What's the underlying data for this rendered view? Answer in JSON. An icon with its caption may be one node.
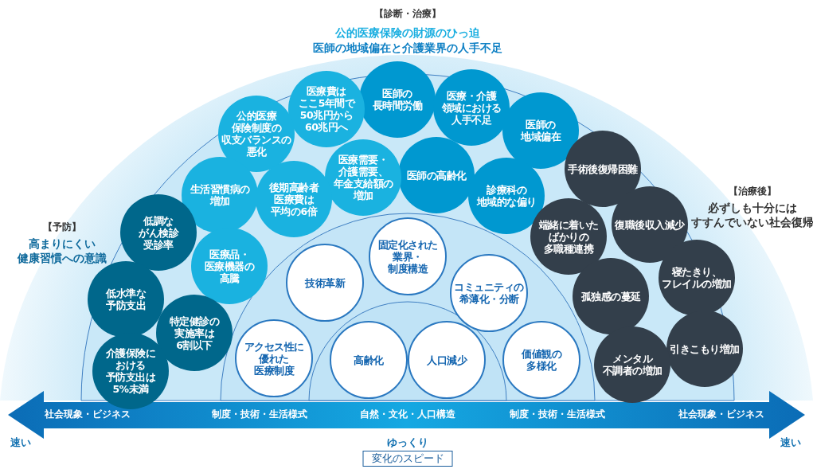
{
  "diagram": {
    "nodes": [
      {
        "text": [
          "医師の長時間労働"
        ]
      },
      {
        "text": [
          "医療・介護領域における人手不足"
        ]
      },
      {
        "text": [
          "医療費はここ5年間で50兆円から60兆円へ"
        ]
      },
      {
        "text": [
          "医師の地域偏在"
        ]
      },
      {
        "text": [
          "公的医療保険制度の収支バランスの悪化"
        ]
      },
      {
        "text": [
          "手術後復帰困難"
        ]
      },
      {
        "text": [
          "医師の高齢化"
        ]
      },
      {
        "text": [
          "医療需要・介護需要、年金支給額の増加"
        ]
      },
      {
        "text": [
          "生活習慣病の増加"
        ]
      },
      {
        "text": [
          "診療科の地域的な偏り"
        ]
      },
      {
        "text": [
          "後期高齢者医療費は平均の6倍"
        ]
      },
      {
        "text": [
          "復職後収入減少"
        ]
      },
      {
        "text": [
          "低調ながん検診受診率"
        ]
      },
      {
        "text": [
          "端緒に着いたばかりの多職種連携"
        ]
      },
      {
        "text": [
          "固定化された業界・制度構造"
        ]
      },
      {
        "text": [
          "医療品・医療機器の高騰"
        ]
      },
      {
        "text": [
          "寝たきり、フレイルの増加"
        ]
      },
      {
        "text": [
          "技術革新"
        ]
      },
      {
        "text": [
          "コミュニティの希薄化・分断"
        ]
      },
      {
        "text": [
          "孤独感の蔓延"
        ]
      },
      {
        "text": [
          "低水準な予防支出"
        ]
      },
      {
        "text": [
          "特定健診の実施率は6割以下"
        ]
      },
      {
        "text": [
          "引きこもり増加"
        ]
      },
      {
        "text": [
          "アクセス性に優れた医療制度"
        ]
      },
      {
        "text": [
          "高齢化"
        ]
      },
      {
        "text": [
          "人口減少"
        ]
      },
      {
        "text": [
          "価値観の多様化"
        ]
      },
      {
        "text": [
          "メンタル不調者の増加"
        ]
      },
      {
        "text": [
          "介護保険における予防支出は5%未満"
        ]
      }
    ],
    "edges": [],
    "labels": [
      "【診断・治療】",
      "公的医療保険の財源のひっ迫",
      "医師の地域偏在と介護業界の人手不足",
      "【予防】",
      "高まりにくい健康習慣への意識",
      "【治療後】",
      "必ずしも十分にはすすんでいない社会復帰",
      "社会現象・ビジネス",
      "制度・技術・生活様式",
      "自然・文化・人口構造",
      "制度・技術・生活様式",
      "社会現象・ビジネス",
      "速い",
      "ゆっくり",
      "速い",
      "変化のスピード"
    ]
  }
}
